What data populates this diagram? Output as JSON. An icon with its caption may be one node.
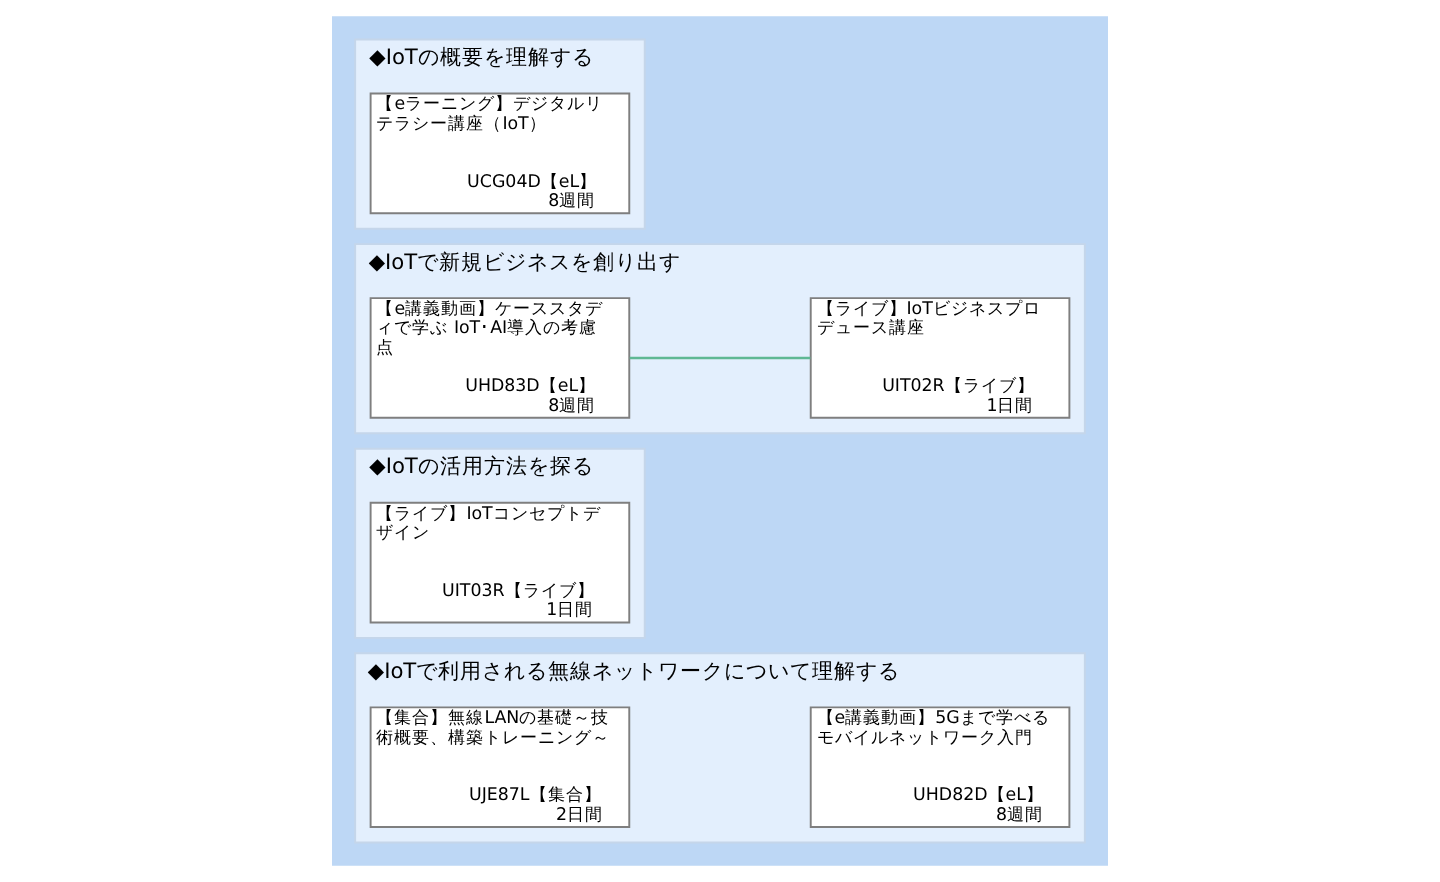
{
  "diagram": {
    "nodes": [
      {
        "text": [
          "◆IoTの概要を理解する"
        ]
      },
      {
        "text": [
          "【eラーニング】デジタルリテラシー講座（IoT）",
          "UCG04D【eL】",
          "8週間"
        ],
        "in": 0
      },
      {
        "text": [
          "◆IoTで新規ビジネスを創り出す"
        ]
      },
      {
        "text": [
          "【e講義動画】ケーススタディで学ぶ IoT･AI導入の考慮点",
          "UHD83D【eL】",
          "8週間"
        ],
        "in": 2
      },
      {
        "text": [
          "【ライブ】IoTビジネスプロデュース講座",
          "UIT02R【ライブ】",
          "1日間"
        ],
        "in": 2
      },
      {
        "text": [
          "◆IoTの活用方法を探る"
        ]
      },
      {
        "text": [
          "【ライブ】IoTコンセプトデザイン",
          "UIT03R【ライブ】",
          "1日間"
        ],
        "in": 5
      },
      {
        "text": [
          "◆IoTで利用される無線ネットワークについて理解する"
        ]
      },
      {
        "text": [
          "【集合】無線LANの基礎～技術概要、構築トレーニング～",
          "UJE87L【集合】",
          "2日間"
        ],
        "in": 7
      },
      {
        "text": [
          "【e講義動画】5Gまで学べるモバイルネットワーク入門",
          "UHD82D【eL】",
          "8週間"
        ],
        "in": 7
      }
    ],
    "edges": [
      {
        "from": 3,
        "to": 4,
        "arrow": "none",
        "color": "#5fb894"
      }
    ]
  }
}
